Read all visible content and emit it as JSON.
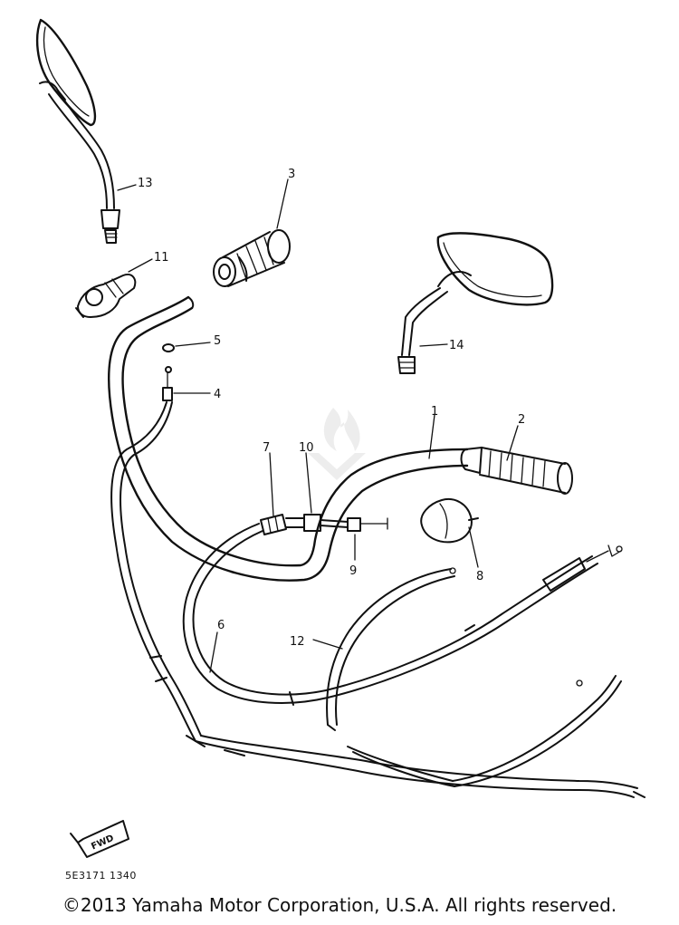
{
  "parts": [
    {
      "id": "1",
      "name": "handlebar"
    },
    {
      "id": "2",
      "name": "grip-right"
    },
    {
      "id": "3",
      "name": "throttle-grip"
    },
    {
      "id": "4",
      "name": "cable-adjuster"
    },
    {
      "id": "5",
      "name": "clip"
    },
    {
      "id": "6",
      "name": "throttle-cable"
    },
    {
      "id": "7",
      "name": "clutch-cable-part"
    },
    {
      "id": "8",
      "name": "lever-holder-cover"
    },
    {
      "id": "9",
      "name": "cable-end"
    },
    {
      "id": "10",
      "name": "cable-joint"
    },
    {
      "id": "11",
      "name": "lever-holder"
    },
    {
      "id": "12",
      "name": "clutch-cable"
    },
    {
      "id": "13",
      "name": "mirror-right"
    },
    {
      "id": "14",
      "name": "mirror-left"
    }
  ],
  "diagram_code": "5E3171 1340",
  "fwd_label": "FWD",
  "copyright": "©2013 Yamaha Motor Corporation, U.S.A. All rights reserved."
}
